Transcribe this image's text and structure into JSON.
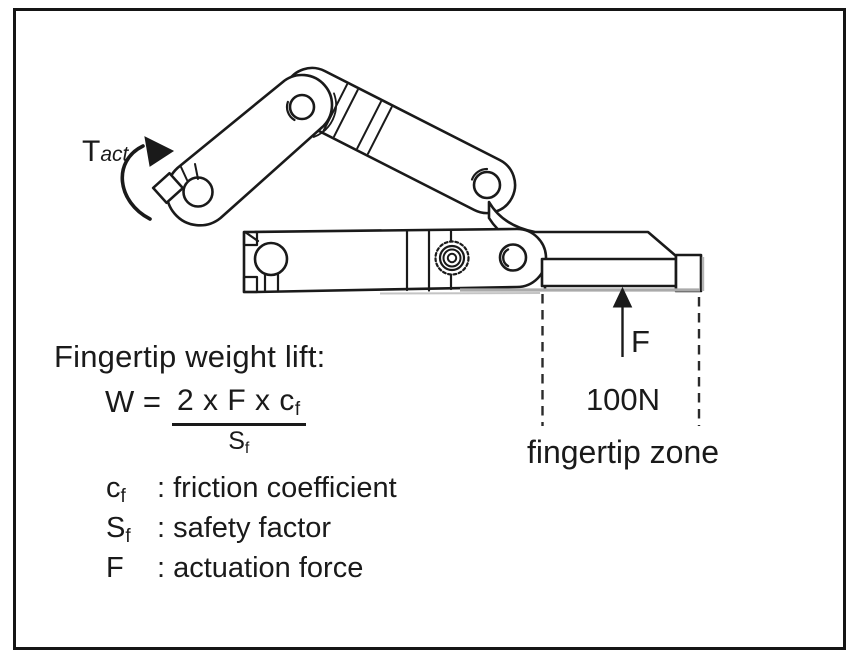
{
  "diagram": {
    "torque_symbol": "T",
    "torque_subscript": "act",
    "force_label": "F",
    "force_value": "100N",
    "zone_label": "fingertip zone"
  },
  "formula": {
    "heading": "Fingertip weight lift:",
    "lhs": "W =",
    "numerator_main": "2 x F x c",
    "numerator_sub": "f",
    "denominator_main": "S",
    "denominator_sub": "f"
  },
  "legend": {
    "items": [
      {
        "symbol": "c",
        "subscript": "f",
        "description": ": friction coefficient"
      },
      {
        "symbol": "S",
        "subscript": "f",
        "description": ": safety factor"
      },
      {
        "symbol": "F",
        "subscript": "",
        "description": ": actuation force"
      }
    ]
  },
  "colors": {
    "ink": "#1a1a1a",
    "background": "#ffffff",
    "shadow": "#b0b0b0"
  }
}
